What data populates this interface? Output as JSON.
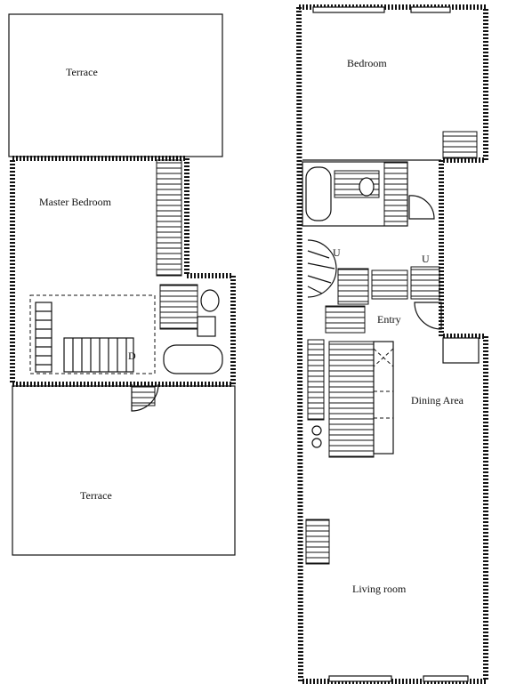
{
  "labels": {
    "terrace_top": "Terrace",
    "master_bedroom": "Master Bedroom",
    "terrace_bottom": "Terrace",
    "bedroom": "Bedroom",
    "entry": "Entry",
    "dining_area": "Dining Area",
    "living_room": "Living room",
    "u_left": "U",
    "u_right": "U",
    "d_mark": "D"
  }
}
